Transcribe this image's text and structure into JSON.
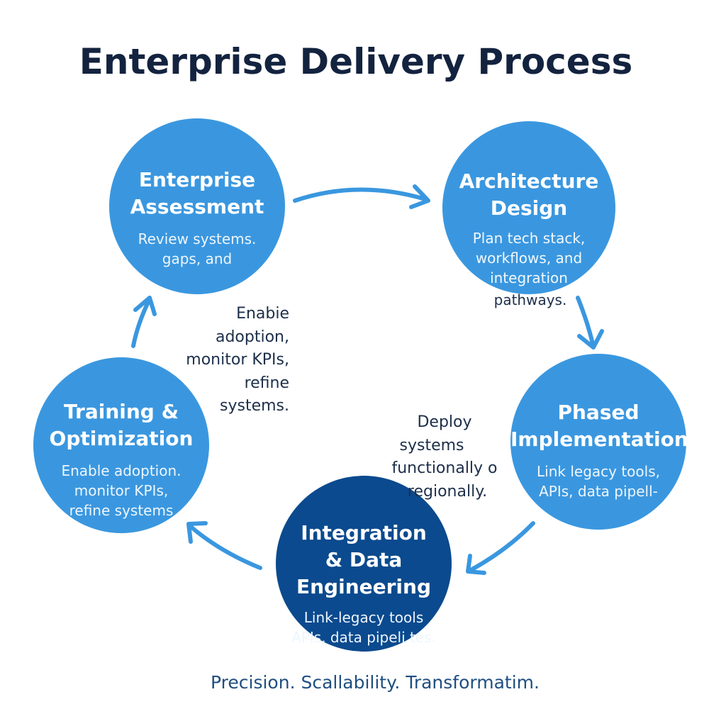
{
  "title": "Enterprise Delivery Process",
  "tagline": "Precision. Scallability.  Transformatim.",
  "nodes": [
    {
      "name_lines": [
        "Enterprise",
        "Assessment"
      ],
      "desc_lines": [
        "Review systems.",
        "gaps, and"
      ]
    },
    {
      "name_lines": [
        "Architecture",
        "Design"
      ],
      "desc_lines": [
        "Plan tech stack,",
        "workflows, and",
        "integration",
        "pathways."
      ]
    },
    {
      "name_lines": [
        "Phased",
        "Implementation"
      ],
      "desc_lines": [
        "Link legacy tools,",
        "APIs, data pipell-"
      ]
    },
    {
      "name_lines": [
        "Integration",
        "& Data",
        "Engineering"
      ],
      "desc_lines": [
        "Link-legacy tools",
        "APIs, data pipeli tes."
      ]
    },
    {
      "name_lines": [
        "Training &",
        "Optimization"
      ],
      "desc_lines": [
        "Enable adoption.",
        "monitor KPIs,",
        "refine systems"
      ]
    }
  ],
  "floating_notes": {
    "training": [
      "Enabie",
      "adoption,",
      "monitor KPIs,",
      "refine",
      "systems."
    ],
    "deploy": [
      "Deploy",
      "systems",
      "functionally o",
      "regionally."
    ]
  },
  "colors": {
    "node_fill": "#3a97df",
    "node_fill_highlight": "#0b4a8e",
    "arrow": "#3a97df",
    "title": "#13233f",
    "tagline": "#1f4f80"
  }
}
